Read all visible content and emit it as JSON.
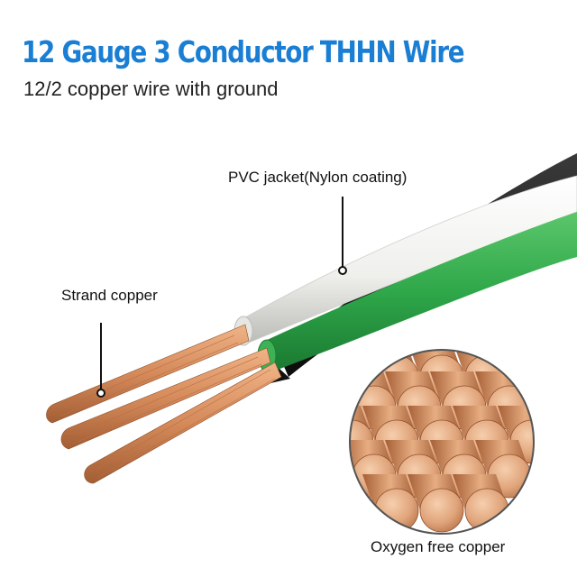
{
  "header": {
    "title": "12 Gauge 3 Conductor THHN Wire",
    "subtitle": "12/2 copper wire with ground"
  },
  "callouts": {
    "jacket": "PVC jacket(Nylon coating)",
    "strand": "Strand copper",
    "oxygen": "Oxygen free copper"
  },
  "colors": {
    "title": "#1a7fd4",
    "copper": "#d58a5a",
    "green_wire": "#2fa84a",
    "white_wire": "#f4f4f2",
    "black_wire": "#151515"
  }
}
